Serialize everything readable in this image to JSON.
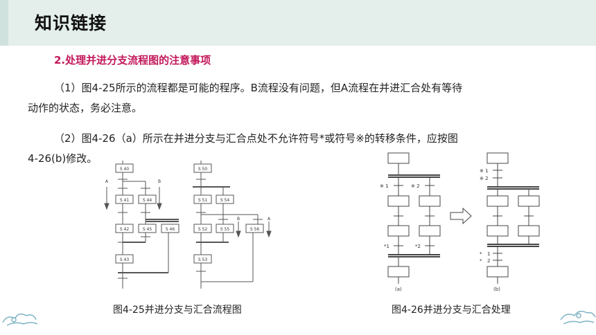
{
  "header": {
    "title": "知识链接"
  },
  "section": {
    "subtitle": "2.处理并进分支流程图的注意事项"
  },
  "paragraphs": {
    "p1_line1": "（1）图4-25所示的流程都是可能的程序。B流程没有问题，但A流程在并进汇合处有等待",
    "p1_line2": "动作的状态，务必注意。",
    "p2_line1": "（2）图4-26（a）所示在并进分支与汇合点处不允许符号*或符号※的转移条件，应按图",
    "p2_line2": "4-26(b)修改。"
  },
  "figure1": {
    "caption": "图4-25并进分支与汇合流程图",
    "steps_left": [
      "S 40",
      "S 41",
      "S 44",
      "S 42",
      "S 45",
      "S 46",
      "S 43"
    ],
    "steps_right": [
      "S 50",
      "S 51",
      "S 54",
      "S 52",
      "S 55",
      "S 56",
      "S 53"
    ],
    "arrows": [
      "A",
      "B",
      "B",
      "A"
    ]
  },
  "figure2": {
    "caption": "图4-26并进分支与汇合处理",
    "labels_a": [
      "※ 1",
      "※ 2",
      "*1",
      "*2"
    ],
    "labels_b": [
      "※ 1",
      "※ 2",
      "*",
      "1",
      "*",
      "2"
    ],
    "sub_a": "(a)",
    "sub_b": "(b)"
  },
  "colors": {
    "header_bg": "#e4efec",
    "subtitle": "#c2185b"
  }
}
